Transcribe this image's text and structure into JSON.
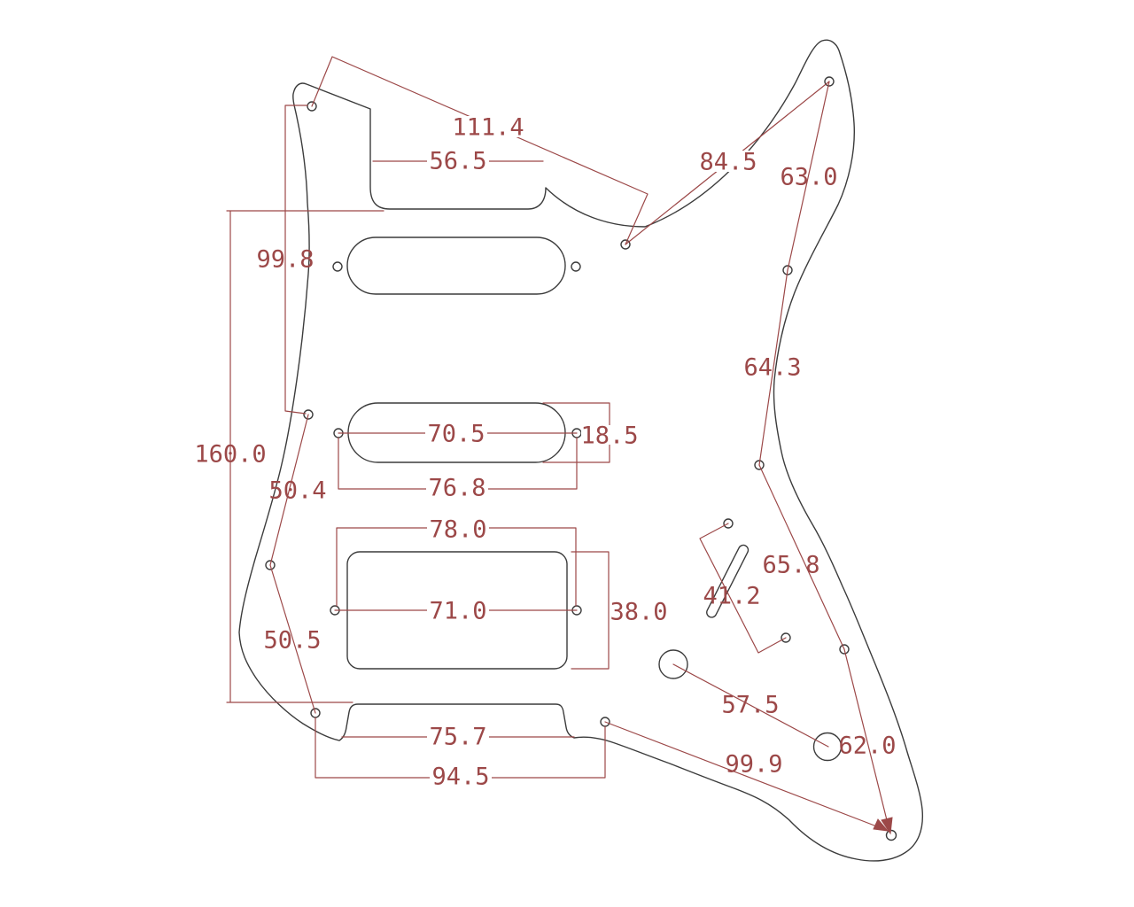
{
  "drawing": {
    "colors": {
      "background": "#ffffff",
      "outline": "#3c3c3c",
      "dimension": "#9c4848"
    },
    "dimensions_mm": {
      "top_left_to_middle_screw": "111.4",
      "neck_cutout_width": "56.5",
      "middle_to_horn_screw": "84.5",
      "horn_to_upper_right_screw": "63.0",
      "upper_left_screw_drop": "99.8",
      "upper_right_screw_drop": "64.3",
      "left_edge_height": "160.0",
      "middle_pickup_length": "70.5",
      "middle_pickup_width": "18.5",
      "middle_pickup_screw_span": "76.8",
      "left_mid_screw_drop": "50.4",
      "humbucker_screw_span": "78.0",
      "mid_right_screw_drop": "65.8",
      "switch_screw_span": "41.2",
      "humbucker_length": "71.0",
      "humbucker_width": "38.0",
      "lower_left_screw_drop": "50.5",
      "pot_hole_spacing": "57.5",
      "lower_right_screw_drop": "62.0",
      "bridge_cutout_width": "75.7",
      "bottom_diagonal_span": "99.9",
      "bridge_screw_span": "94.5"
    }
  }
}
